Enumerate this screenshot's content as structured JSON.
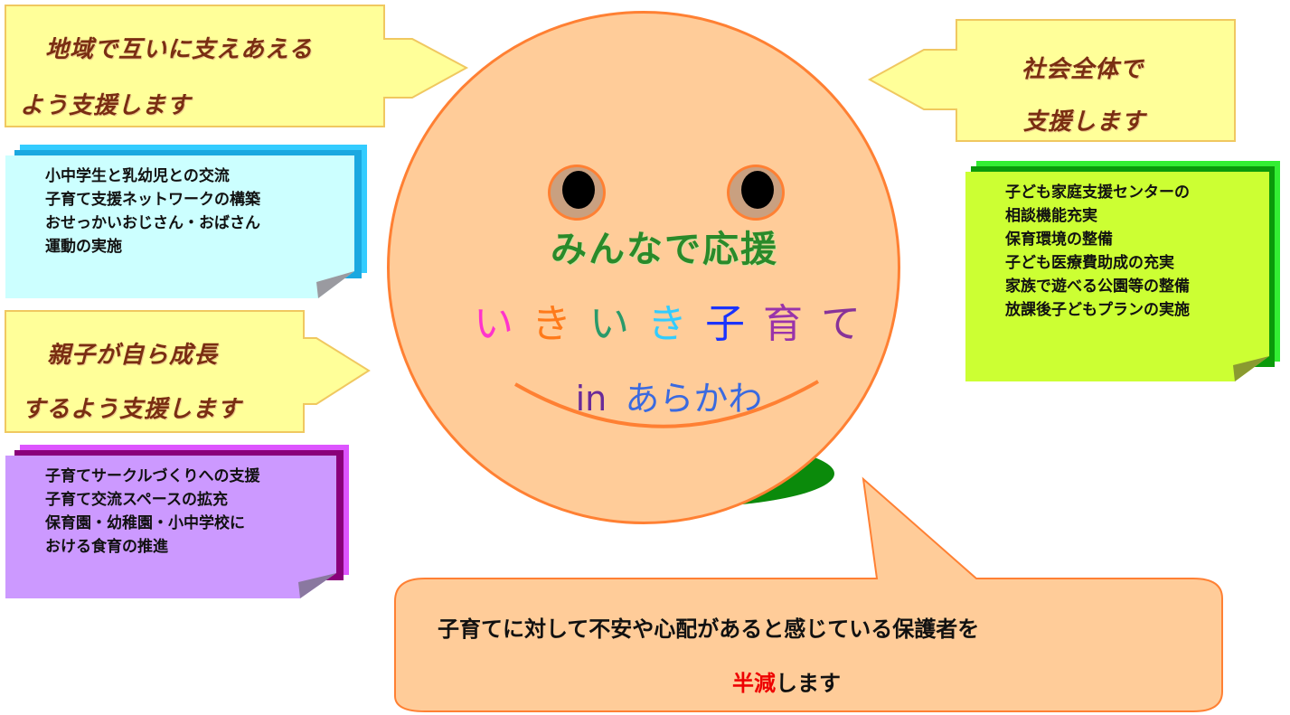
{
  "arrows": {
    "top_left": {
      "line1": "地域で互いに支えあえる",
      "line2": "よう支援します"
    },
    "top_right": {
      "line1": "社会全体で",
      "line2": "支援します"
    },
    "middle_left": {
      "line1": "親子が自ら成長",
      "line2": "するよう支援します"
    }
  },
  "notes": {
    "cyan": [
      "小中学生と乳幼児との交流",
      "子育て支援ネットワークの構築",
      "おせっかいおじさん・おばさん",
      "運動の実施"
    ],
    "green": [
      "子ども家庭支援センターの",
      "相談機能充実",
      "保育環境の整備",
      "子ども医療費助成の充実",
      "家族で遊べる公園等の整備",
      "放課後子どもプランの実施"
    ],
    "purple": [
      "子育てサークルづくりへの支援",
      "子育て交流スペースの拡充",
      "保育園・幼稚園・小中学校に",
      "おける食育の推進"
    ]
  },
  "face": {
    "line1": "みんなで応援",
    "line2_chars": [
      "い",
      "き",
      "い",
      "き",
      "子",
      "育",
      "て"
    ],
    "line2_colors": [
      "#ff33cc",
      "#ff7a1a",
      "#2a9a6a",
      "#33ccff",
      "#1a33ff",
      "#9933aa",
      "#883399"
    ],
    "line3_in": "in",
    "line3_place": "あらかわ"
  },
  "bubble": {
    "line1": "子育てに対して不安や心配があると感じている保護者を",
    "highlight": "半減",
    "tail": "します"
  },
  "colors": {
    "face": "#ffcc99",
    "face_border": "#ff8033",
    "arrow_fill": "#ffff99",
    "arrow_border": "#f0c860",
    "shadow": "#009900"
  }
}
